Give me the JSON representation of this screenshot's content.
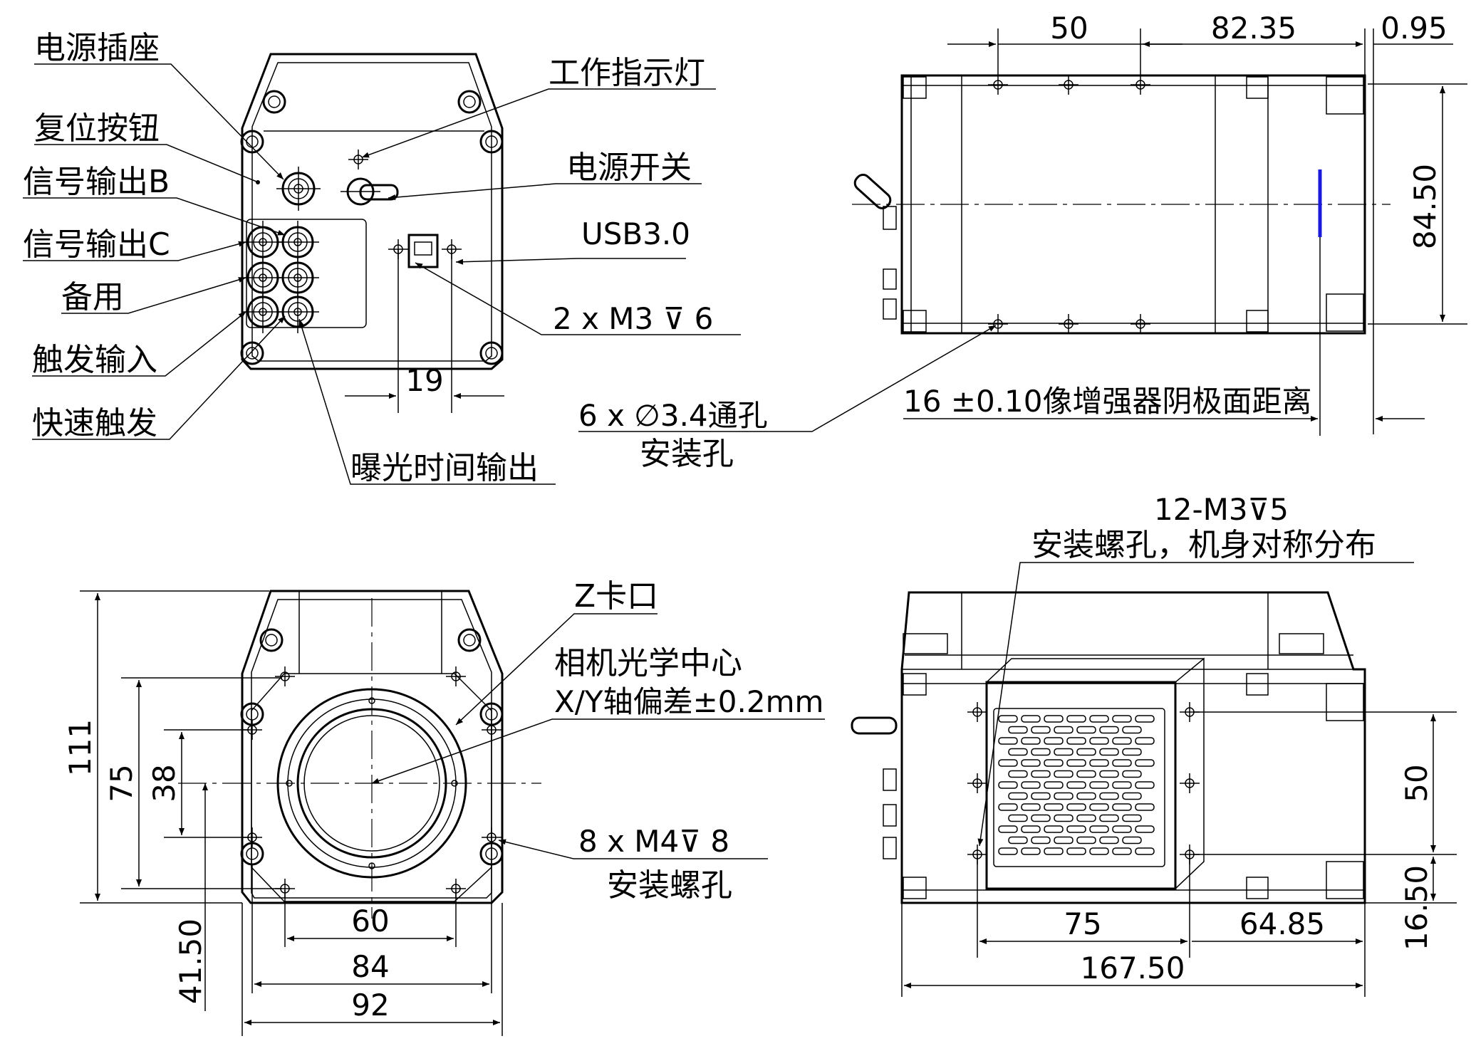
{
  "labels": {
    "power_socket": "电源插座",
    "reset_button": "复位按钮",
    "signal_out_b": "信号输出B",
    "signal_out_c": "信号输出C",
    "spare": "备用",
    "trigger_in": "触发输入",
    "fast_trigger": "快速触发",
    "exposure_out": "曝光时间输出",
    "work_indicator": "工作指示灯",
    "power_switch": "电源开关",
    "usb": "USB3.0",
    "m3_holes": "2 x M3 ⊽ 6",
    "mount_holes_line1": "6 x ∅3.4通孔",
    "mount_holes_line2": "安装孔",
    "cathode_distance": "16 ±0.10像增强器阴极面距离",
    "z_mount": "Z卡口",
    "optical_center_line1": "相机光学中心",
    "optical_center_line2": "X/Y轴偏差±0.2mm",
    "m4_holes_line1": "8 x  M4⊽ 8",
    "m4_holes_line2": "安装螺孔",
    "m3_12_line1": "12-M3⊽5",
    "m3_12_line2": "安装螺孔，机身对称分布"
  },
  "dimensions": {
    "back_19": "19",
    "top_50": "50",
    "top_82_35": "82.35",
    "top_0_95": "0.95",
    "top_84_50": "84.50",
    "front_111": "111",
    "front_75": "75",
    "front_38": "38",
    "front_41_50": "41.50",
    "front_60": "60",
    "front_84": "84",
    "front_92": "92",
    "side_50": "50",
    "side_16_50": "16.50",
    "side_75": "75",
    "side_64_85": "64.85",
    "side_167_50": "167.50"
  },
  "colors": {
    "line": "#000000",
    "marker": "#1a1adb"
  }
}
